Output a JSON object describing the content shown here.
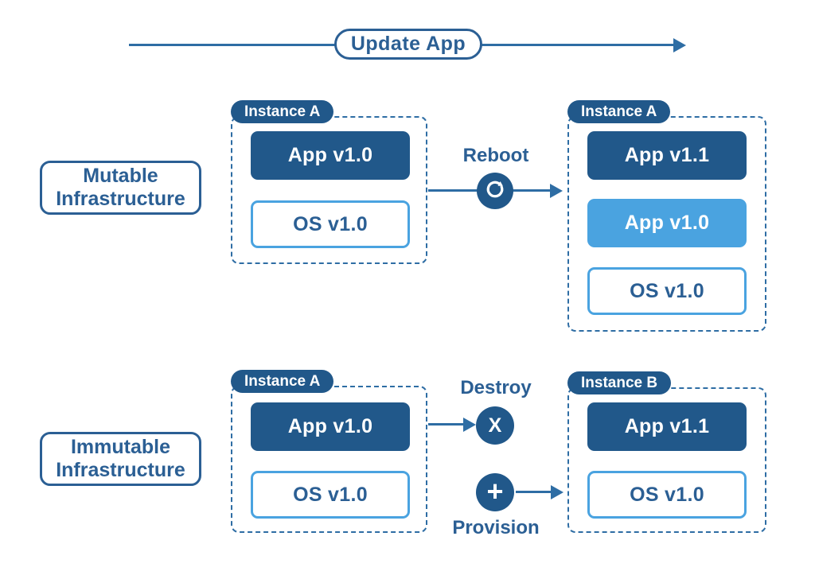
{
  "colors": {
    "dark_blue": "#21588A",
    "light_blue": "#4AA3E0",
    "text_blue": "#2B5F94",
    "line_blue": "#2E6DA4",
    "bg": "#FFFFFF"
  },
  "flow": {
    "update_label": "Update App"
  },
  "mutable": {
    "row_label_line1": "Mutable",
    "row_label_line2": "Infrastructure",
    "action_label": "Reboot",
    "before": {
      "title": "Instance A",
      "app": "App v1.0",
      "os": "OS v1.0"
    },
    "after": {
      "title": "Instance A",
      "app_new": "App v1.1",
      "app_old": "App v1.0",
      "os": "OS v1.0"
    }
  },
  "immutable": {
    "row_label_line1": "Immutable",
    "row_label_line2": "Infrastructure",
    "destroy_label": "Destroy",
    "provision_label": "Provision",
    "before": {
      "title": "Instance A",
      "app": "App v1.0",
      "os": "OS v1.0"
    },
    "after": {
      "title": "Instance B",
      "app": "App v1.1",
      "os": "OS v1.0"
    }
  },
  "icons": {
    "reboot": "clockwise-circular-arrow",
    "destroy_glyph": "X",
    "provision_glyph": "+"
  }
}
